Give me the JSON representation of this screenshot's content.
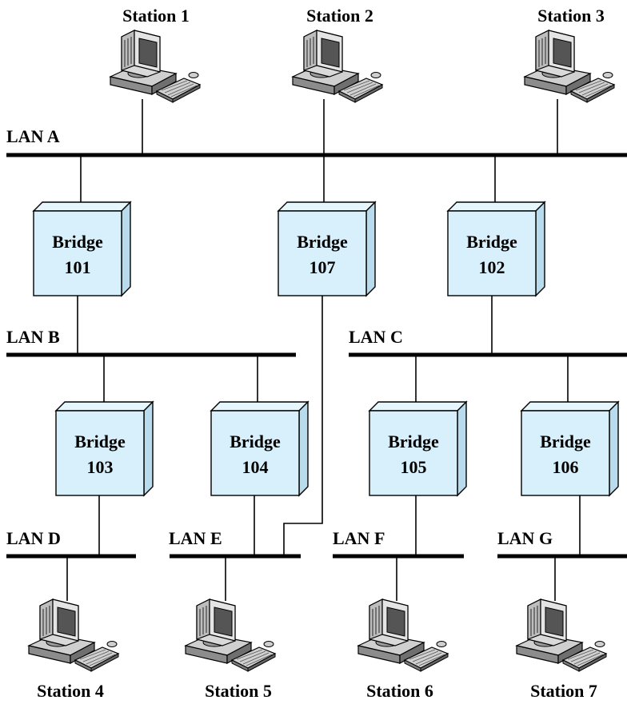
{
  "stations": [
    {
      "id": "station-1",
      "label": "Station 1"
    },
    {
      "id": "station-2",
      "label": "Station 2"
    },
    {
      "id": "station-3",
      "label": "Station 3"
    },
    {
      "id": "station-4",
      "label": "Station 4"
    },
    {
      "id": "station-5",
      "label": "Station 5"
    },
    {
      "id": "station-6",
      "label": "Station 6"
    },
    {
      "id": "station-7",
      "label": "Station 7"
    }
  ],
  "lans": [
    {
      "id": "lan-a",
      "label": "LAN A"
    },
    {
      "id": "lan-b",
      "label": "LAN B"
    },
    {
      "id": "lan-c",
      "label": "LAN C"
    },
    {
      "id": "lan-d",
      "label": "LAN D"
    },
    {
      "id": "lan-e",
      "label": "LAN E"
    },
    {
      "id": "lan-f",
      "label": "LAN F"
    },
    {
      "id": "lan-g",
      "label": "LAN G"
    }
  ],
  "bridges": [
    {
      "id": "bridge-101",
      "word": "Bridge",
      "number": "101"
    },
    {
      "id": "bridge-107",
      "word": "Bridge",
      "number": "107"
    },
    {
      "id": "bridge-102",
      "word": "Bridge",
      "number": "102"
    },
    {
      "id": "bridge-103",
      "word": "Bridge",
      "number": "103"
    },
    {
      "id": "bridge-104",
      "word": "Bridge",
      "number": "104"
    },
    {
      "id": "bridge-105",
      "word": "Bridge",
      "number": "105"
    },
    {
      "id": "bridge-106",
      "word": "Bridge",
      "number": "106"
    }
  ],
  "colors": {
    "bridge_face": "#d8f0fb",
    "bridge_side": "#b8dced",
    "computer_light": "#d9d9d9",
    "computer_dark": "#555555"
  }
}
